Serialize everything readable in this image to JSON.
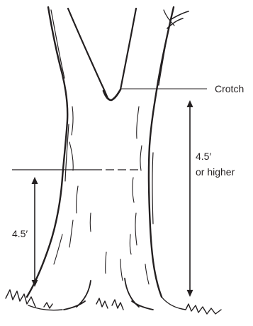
{
  "labels": {
    "crotch": "Crotch",
    "measure_low": "4.5′",
    "measure_high_line1": "4.5′",
    "measure_high_line2": "or higher"
  }
}
